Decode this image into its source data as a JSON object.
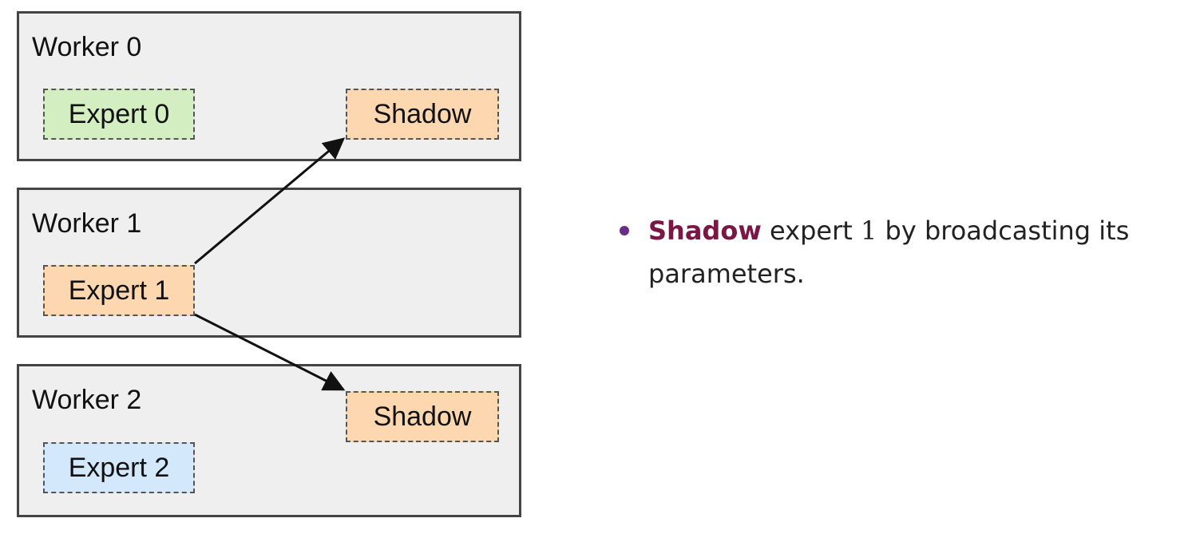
{
  "workers": [
    {
      "title": "Worker 0",
      "expert": "Expert 0",
      "shadow": "Shadow"
    },
    {
      "title": "Worker 1",
      "expert": "Expert 1"
    },
    {
      "title": "Worker 2",
      "expert": "Expert 2",
      "shadow": "Shadow"
    }
  ],
  "colors": {
    "expert0_fill": "#d3eec0",
    "expert1_fill": "#fdd7b0",
    "expert2_fill": "#d4e8fb",
    "shadow_fill": "#fdd7b0",
    "keyword": "#7a1745",
    "bullet": "#6a2c8a"
  },
  "bullet": {
    "keyword": "Shadow",
    "text_before_math": " expert ",
    "math": "1",
    "text_after_math": " by broadcasting its parameters."
  }
}
